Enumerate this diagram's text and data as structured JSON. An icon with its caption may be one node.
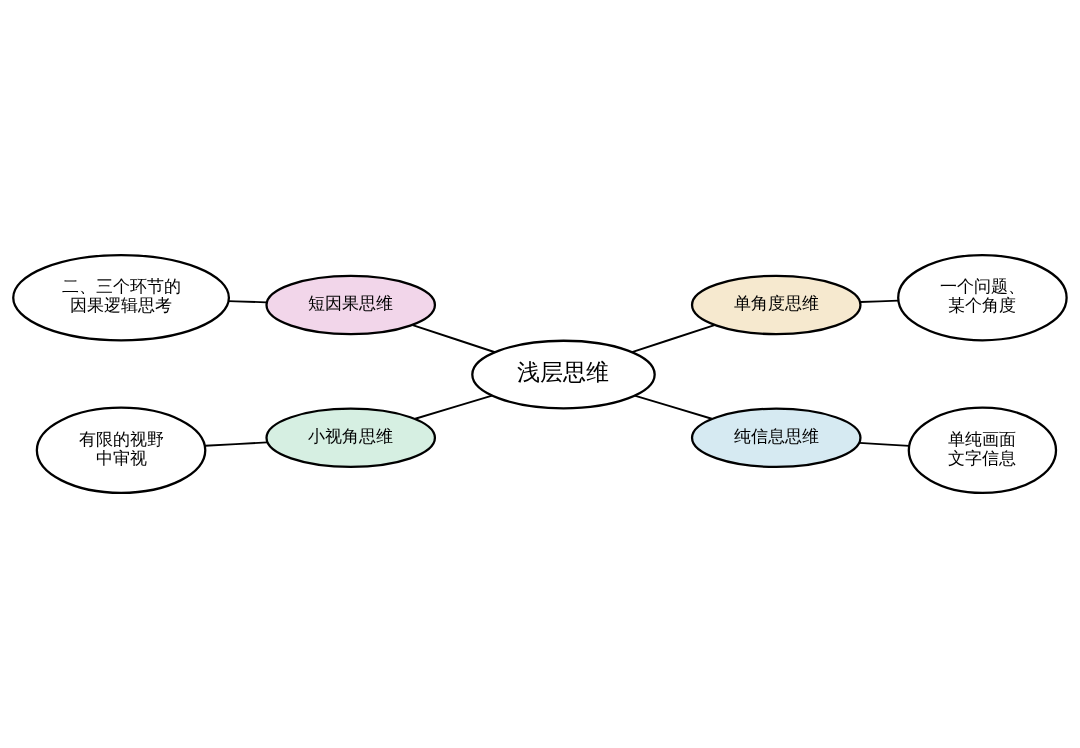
{
  "diagram": {
    "nodes": [
      {
        "text": [
          "二、三个环节的因果逻辑思考"
        ]
      },
      {
        "text": [
          "一个问题、某个角度"
        ]
      },
      {
        "text": [
          "短因果思维"
        ]
      },
      {
        "text": [
          "单角度思维"
        ]
      },
      {
        "text": [
          "浅层思维"
        ]
      },
      {
        "text": [
          "纯信息思维"
        ]
      },
      {
        "text": [
          "小视角思维"
        ]
      },
      {
        "text": [
          "有限的视野中审视"
        ]
      },
      {
        "text": [
          "单纯画面文字信息"
        ]
      }
    ],
    "edges": [
      {
        "from": 0,
        "to": 2,
        "arrow": "none"
      },
      {
        "from": 2,
        "to": 4,
        "arrow": "none"
      },
      {
        "from": 4,
        "to": 3,
        "arrow": "none"
      },
      {
        "from": 3,
        "to": 1,
        "arrow": "none"
      },
      {
        "from": 7,
        "to": 6,
        "arrow": "none"
      },
      {
        "from": 6,
        "to": 4,
        "arrow": "none"
      },
      {
        "from": 4,
        "to": 5,
        "arrow": "none"
      },
      {
        "from": 5,
        "to": 8,
        "arrow": "none"
      }
    ]
  }
}
